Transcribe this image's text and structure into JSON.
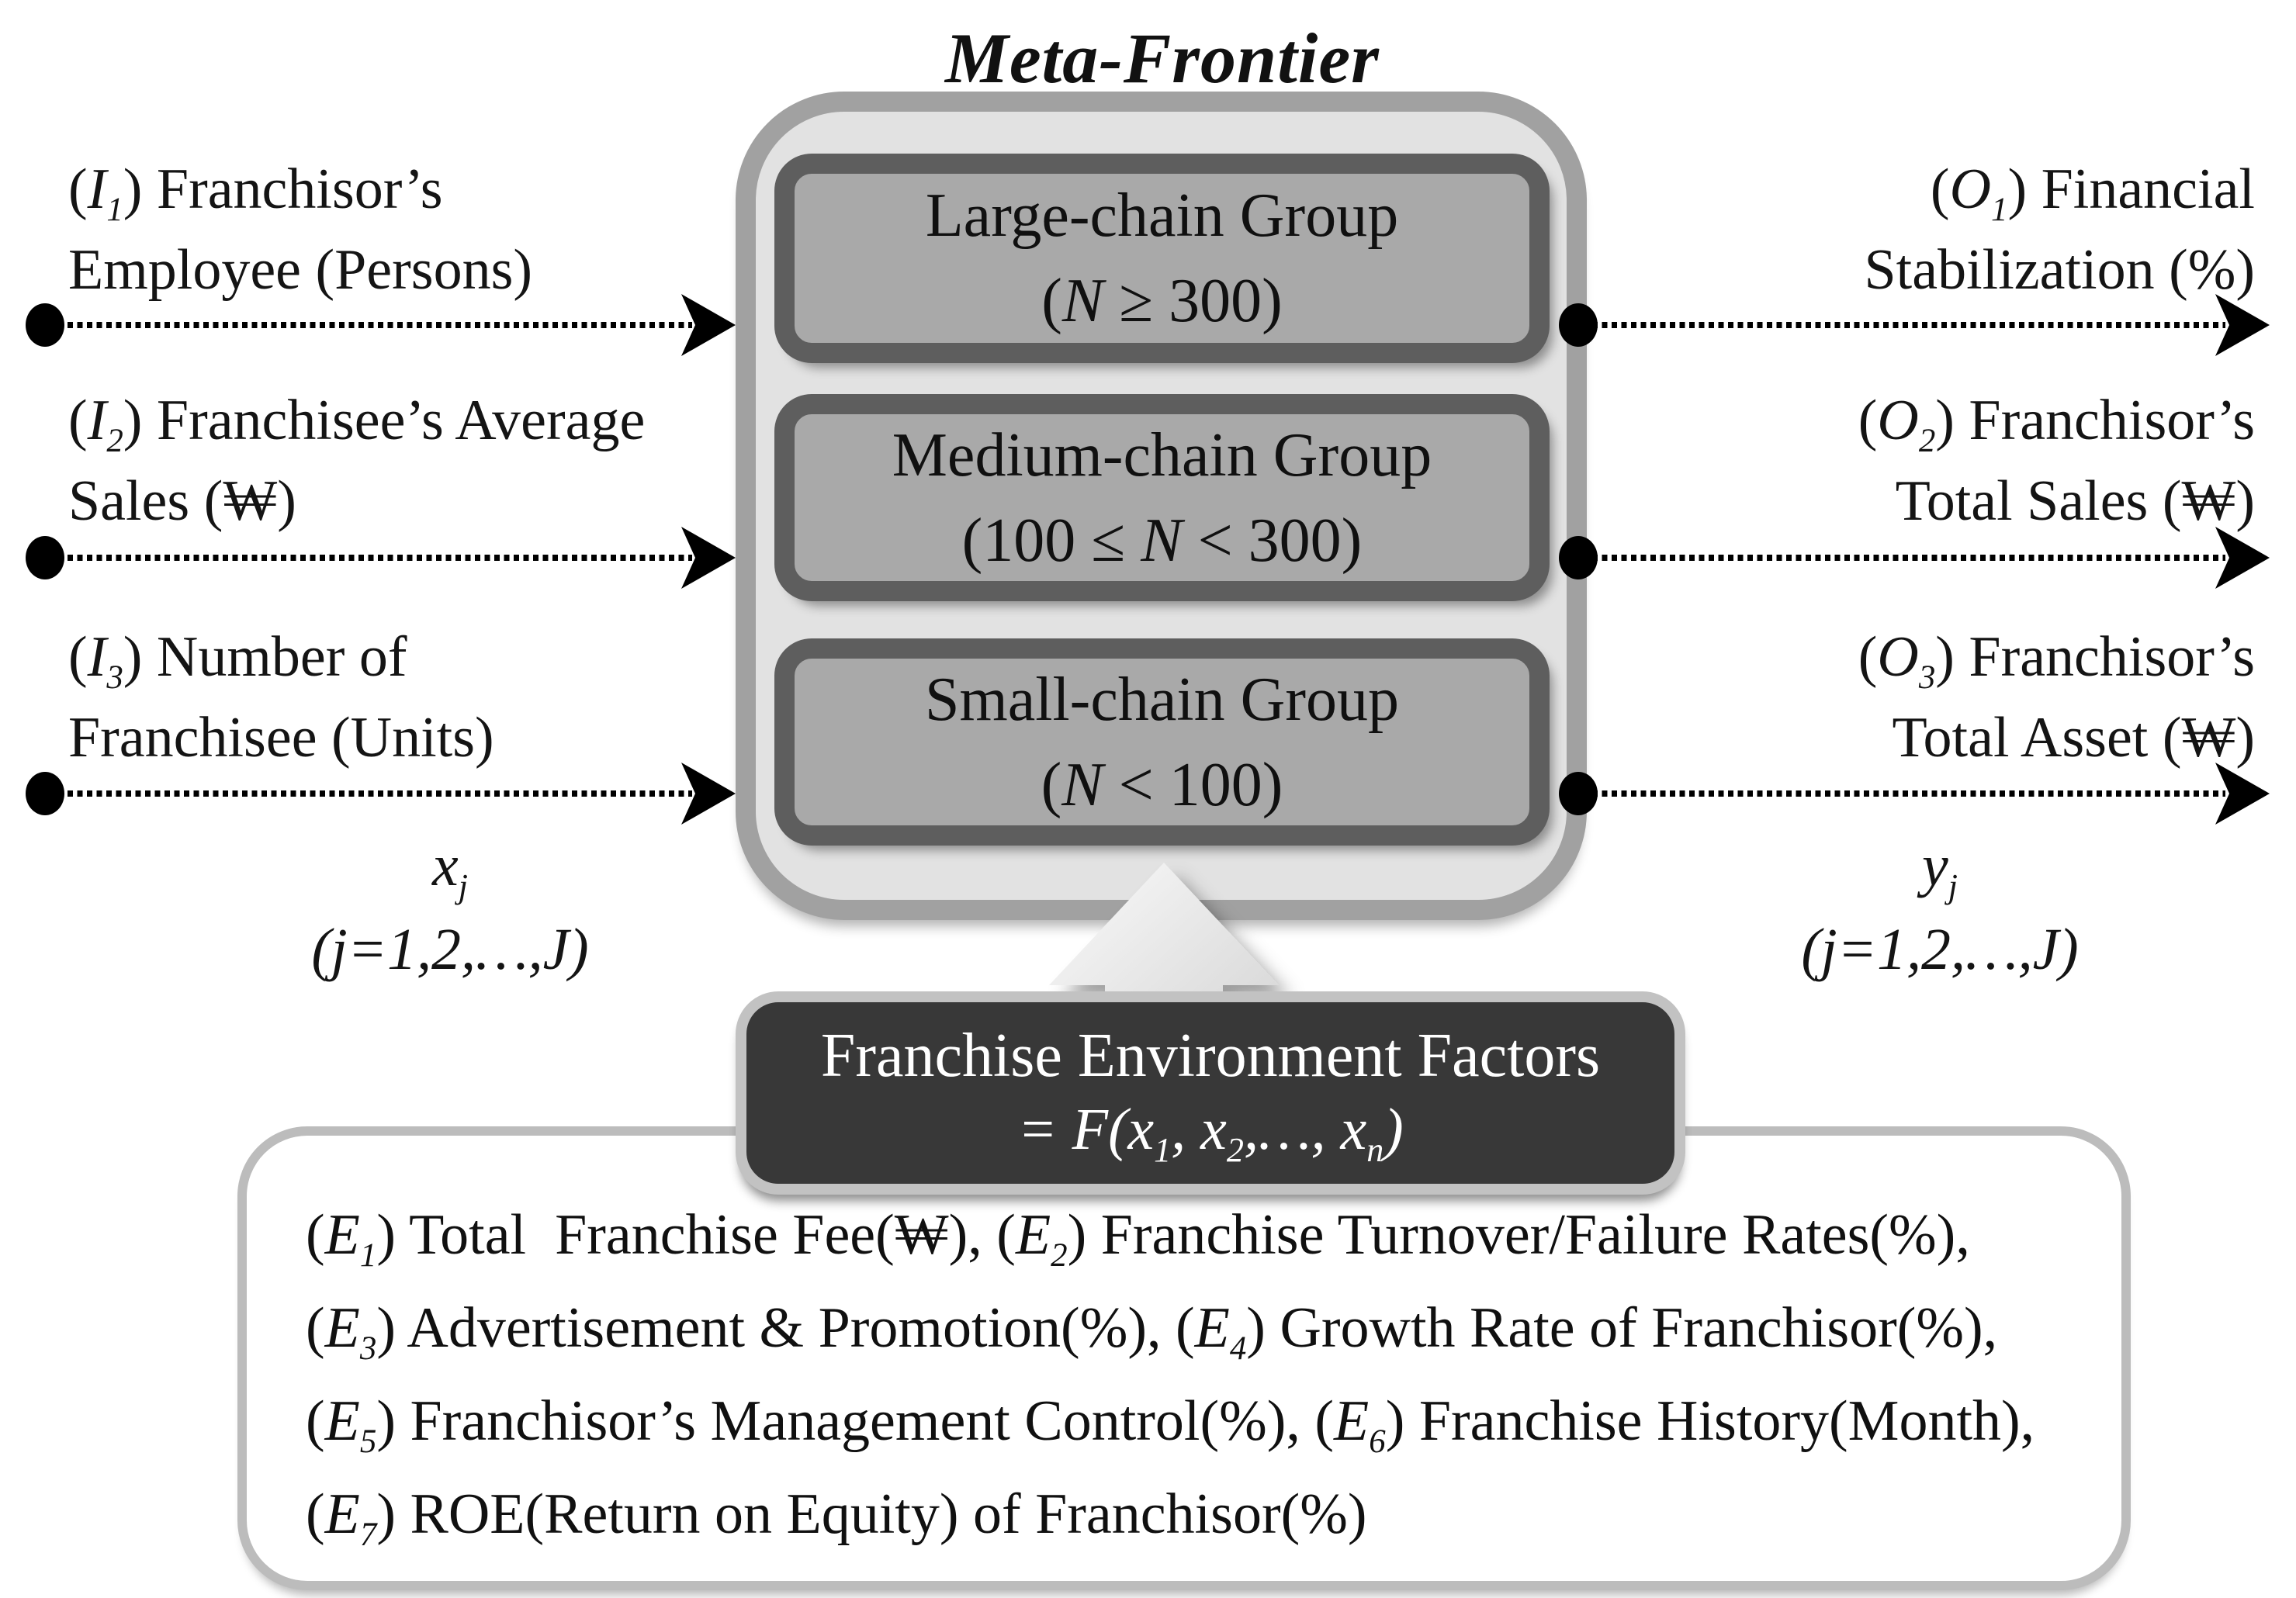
{
  "title": "Meta-Frontier",
  "meta_frontier": {
    "groups": [
      {
        "name": "Large-chain Group",
        "condition": "(*N* ≥ 300)"
      },
      {
        "name": "Medium-chain Group",
        "condition": "(100 ≤ *N* < 300)"
      },
      {
        "name": "Small-chain Group",
        "condition": "(*N* < 100)"
      }
    ]
  },
  "inputs": {
    "items": [
      {
        "line1": "(*I*_*1*_) Franchisor’s",
        "line2": "Employee (Persons)"
      },
      {
        "line1": "(*I*_*2*_) Franchisee’s Average",
        "line2": "Sales (₩)"
      },
      {
        "line1": "(*I*_*3*_) Number of",
        "line2": "Franchisee (Units)"
      }
    ],
    "annotation": {
      "line1": "*x*_*j*_",
      "line2": "*(j=1,2,…,J)*"
    }
  },
  "outputs": {
    "items": [
      {
        "line1": "(*O*_*1*_) Financial",
        "line2": "Stabilization (%)"
      },
      {
        "line1": "(*O*_*2*_) Franchisor’s",
        "line2": "Total Sales (₩)"
      },
      {
        "line1": "(*O*_*3*_) Franchisor’s",
        "line2": "Total Asset (₩)"
      }
    ],
    "annotation": {
      "line1": "*y*_*j*_",
      "line2": "*(j=1,2,…,J)*"
    }
  },
  "environment": {
    "box_line1": "Franchise Environment Factors",
    "box_line2": "*= F(x*_*1*_*, x*_*2*_*,…, x*_*n*_*)*",
    "factors": [
      "(*E*_*1*_) Total  Franchise Fee(₩), (*E*_*2*_) Franchise Turnover/Failure Rates(%),",
      "(*E*_*3*_) Advertisement & Promotion(%), (*E*_*4*_) Growth Rate of Franchisor(%),",
      "(*E*_*5*_) Franchisor’s Management Control(%), (*E*_*6*_) Franchise History(Month),",
      "(*E*_*7*_) ROE(Return on Equity) of Franchisor(%)"
    ]
  },
  "colors": {
    "container_fill": "#e2e2e2",
    "container_border": "#a1a1a1",
    "group_fill": "#a9a9a9",
    "group_border": "#5e5e5e",
    "env_box_fill": "#383838",
    "env_box_border": "#c2c2c2",
    "factors_border": "#bcbcbc",
    "connector": "#000000",
    "text": "#141414"
  }
}
